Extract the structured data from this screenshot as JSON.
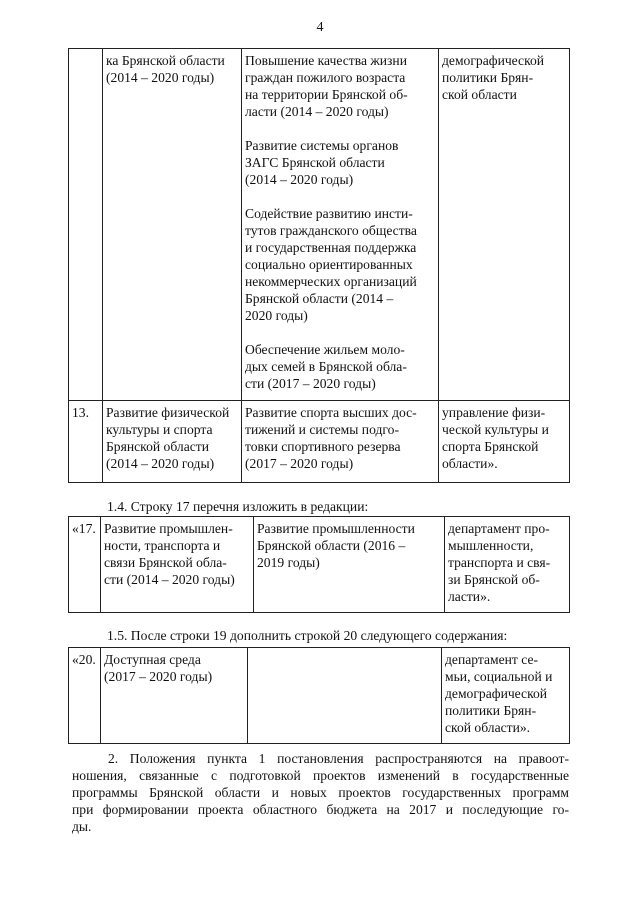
{
  "page_number": "4",
  "table1": {
    "rows": [
      {
        "num": "",
        "program": [
          "ка Брянской области",
          "(2014 – 2020 годы)"
        ],
        "subprograms": [
          [
            "Повышение качества жизни",
            "граждан пожилого возраста",
            "на территории Брянской об-",
            "ласти (2014 – 2020 годы)"
          ],
          [
            "Развитие системы органов",
            "ЗАГС Брянской области",
            "(2014 – 2020 годы)"
          ],
          [
            "Содействие развитию инсти-",
            "тутов гражданского общества",
            "и государственная поддержка",
            "социально ориентированных",
            "некоммерческих организаций",
            "Брянской области (2014 –",
            "2020 годы)"
          ],
          [
            "Обеспечение жильем моло-",
            "дых семей в Брянской обла-",
            "сти (2017 – 2020 годы)"
          ]
        ],
        "executor": [
          "демографической",
          "политики Брян-",
          "ской области"
        ]
      },
      {
        "num": "13.",
        "program": [
          "Развитие физической",
          "культуры и спорта",
          "Брянской области",
          "(2014 – 2020 годы)"
        ],
        "subprograms": [
          [
            "Развитие спорта высших дос-",
            "тижений и системы подго-",
            "товки спортивного резерва",
            "(2017 – 2020 годы)"
          ]
        ],
        "executor": [
          "управление физи-",
          "ческой культуры и",
          "спорта Брянской",
          "области»."
        ]
      }
    ]
  },
  "para_1_4": "1.4. Строку 17 перечня изложить в редакции:",
  "table2": {
    "num": "«17.",
    "program": [
      "Развитие промышлен-",
      "ности, транспорта и",
      "связи Брянской обла-",
      "сти (2014 – 2020 годы)"
    ],
    "subprogram": [
      "Развитие промышленности",
      "Брянской области (2016 –",
      "2019 годы)"
    ],
    "executor": [
      "департамент про-",
      "мышленности,",
      "транспорта и свя-",
      "зи Брянской об-",
      "ласти»."
    ]
  },
  "para_1_5": "1.5. После строки 19 дополнить строкой 20 следующего содержания:",
  "table3": {
    "num": "«20.",
    "program": [
      "Доступная среда",
      "(2017 – 2020 годы)"
    ],
    "subprogram": [],
    "executor": [
      "департамент се-",
      "мьи, социальной и",
      "демографической",
      "политики Брян-",
      "ской области»."
    ]
  },
  "para_2": [
    "2. Положения пункта 1 постановления распространяются на правоот-",
    "ношения, связанные с подготовкой проектов изменений в государственные",
    "программы Брянской области и новых проектов государственных программ",
    "при формировании проекта областного бюджета на 2017 и последующие го-",
    "ды."
  ]
}
